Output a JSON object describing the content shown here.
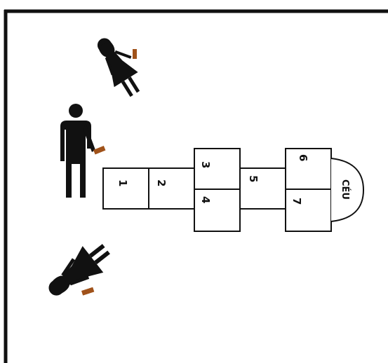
{
  "hopscotch": {
    "cells": [
      {
        "id": "1",
        "label": "1"
      },
      {
        "id": "2",
        "label": "2"
      },
      {
        "id": "3",
        "label": "3"
      },
      {
        "id": "4",
        "label": "4"
      },
      {
        "id": "5",
        "label": "5"
      },
      {
        "id": "6",
        "label": "6"
      },
      {
        "id": "7",
        "label": "7"
      }
    ],
    "sky_label": "CÉU"
  },
  "colors": {
    "figure": "#111111",
    "stone": "#a0521a",
    "frame": "#111111",
    "background": "#ffffff"
  },
  "figures": [
    {
      "name": "woman-figure-top",
      "icon": "woman-icon"
    },
    {
      "name": "man-figure-middle",
      "icon": "man-icon"
    },
    {
      "name": "woman-figure-bottom",
      "icon": "woman-icon"
    }
  ]
}
